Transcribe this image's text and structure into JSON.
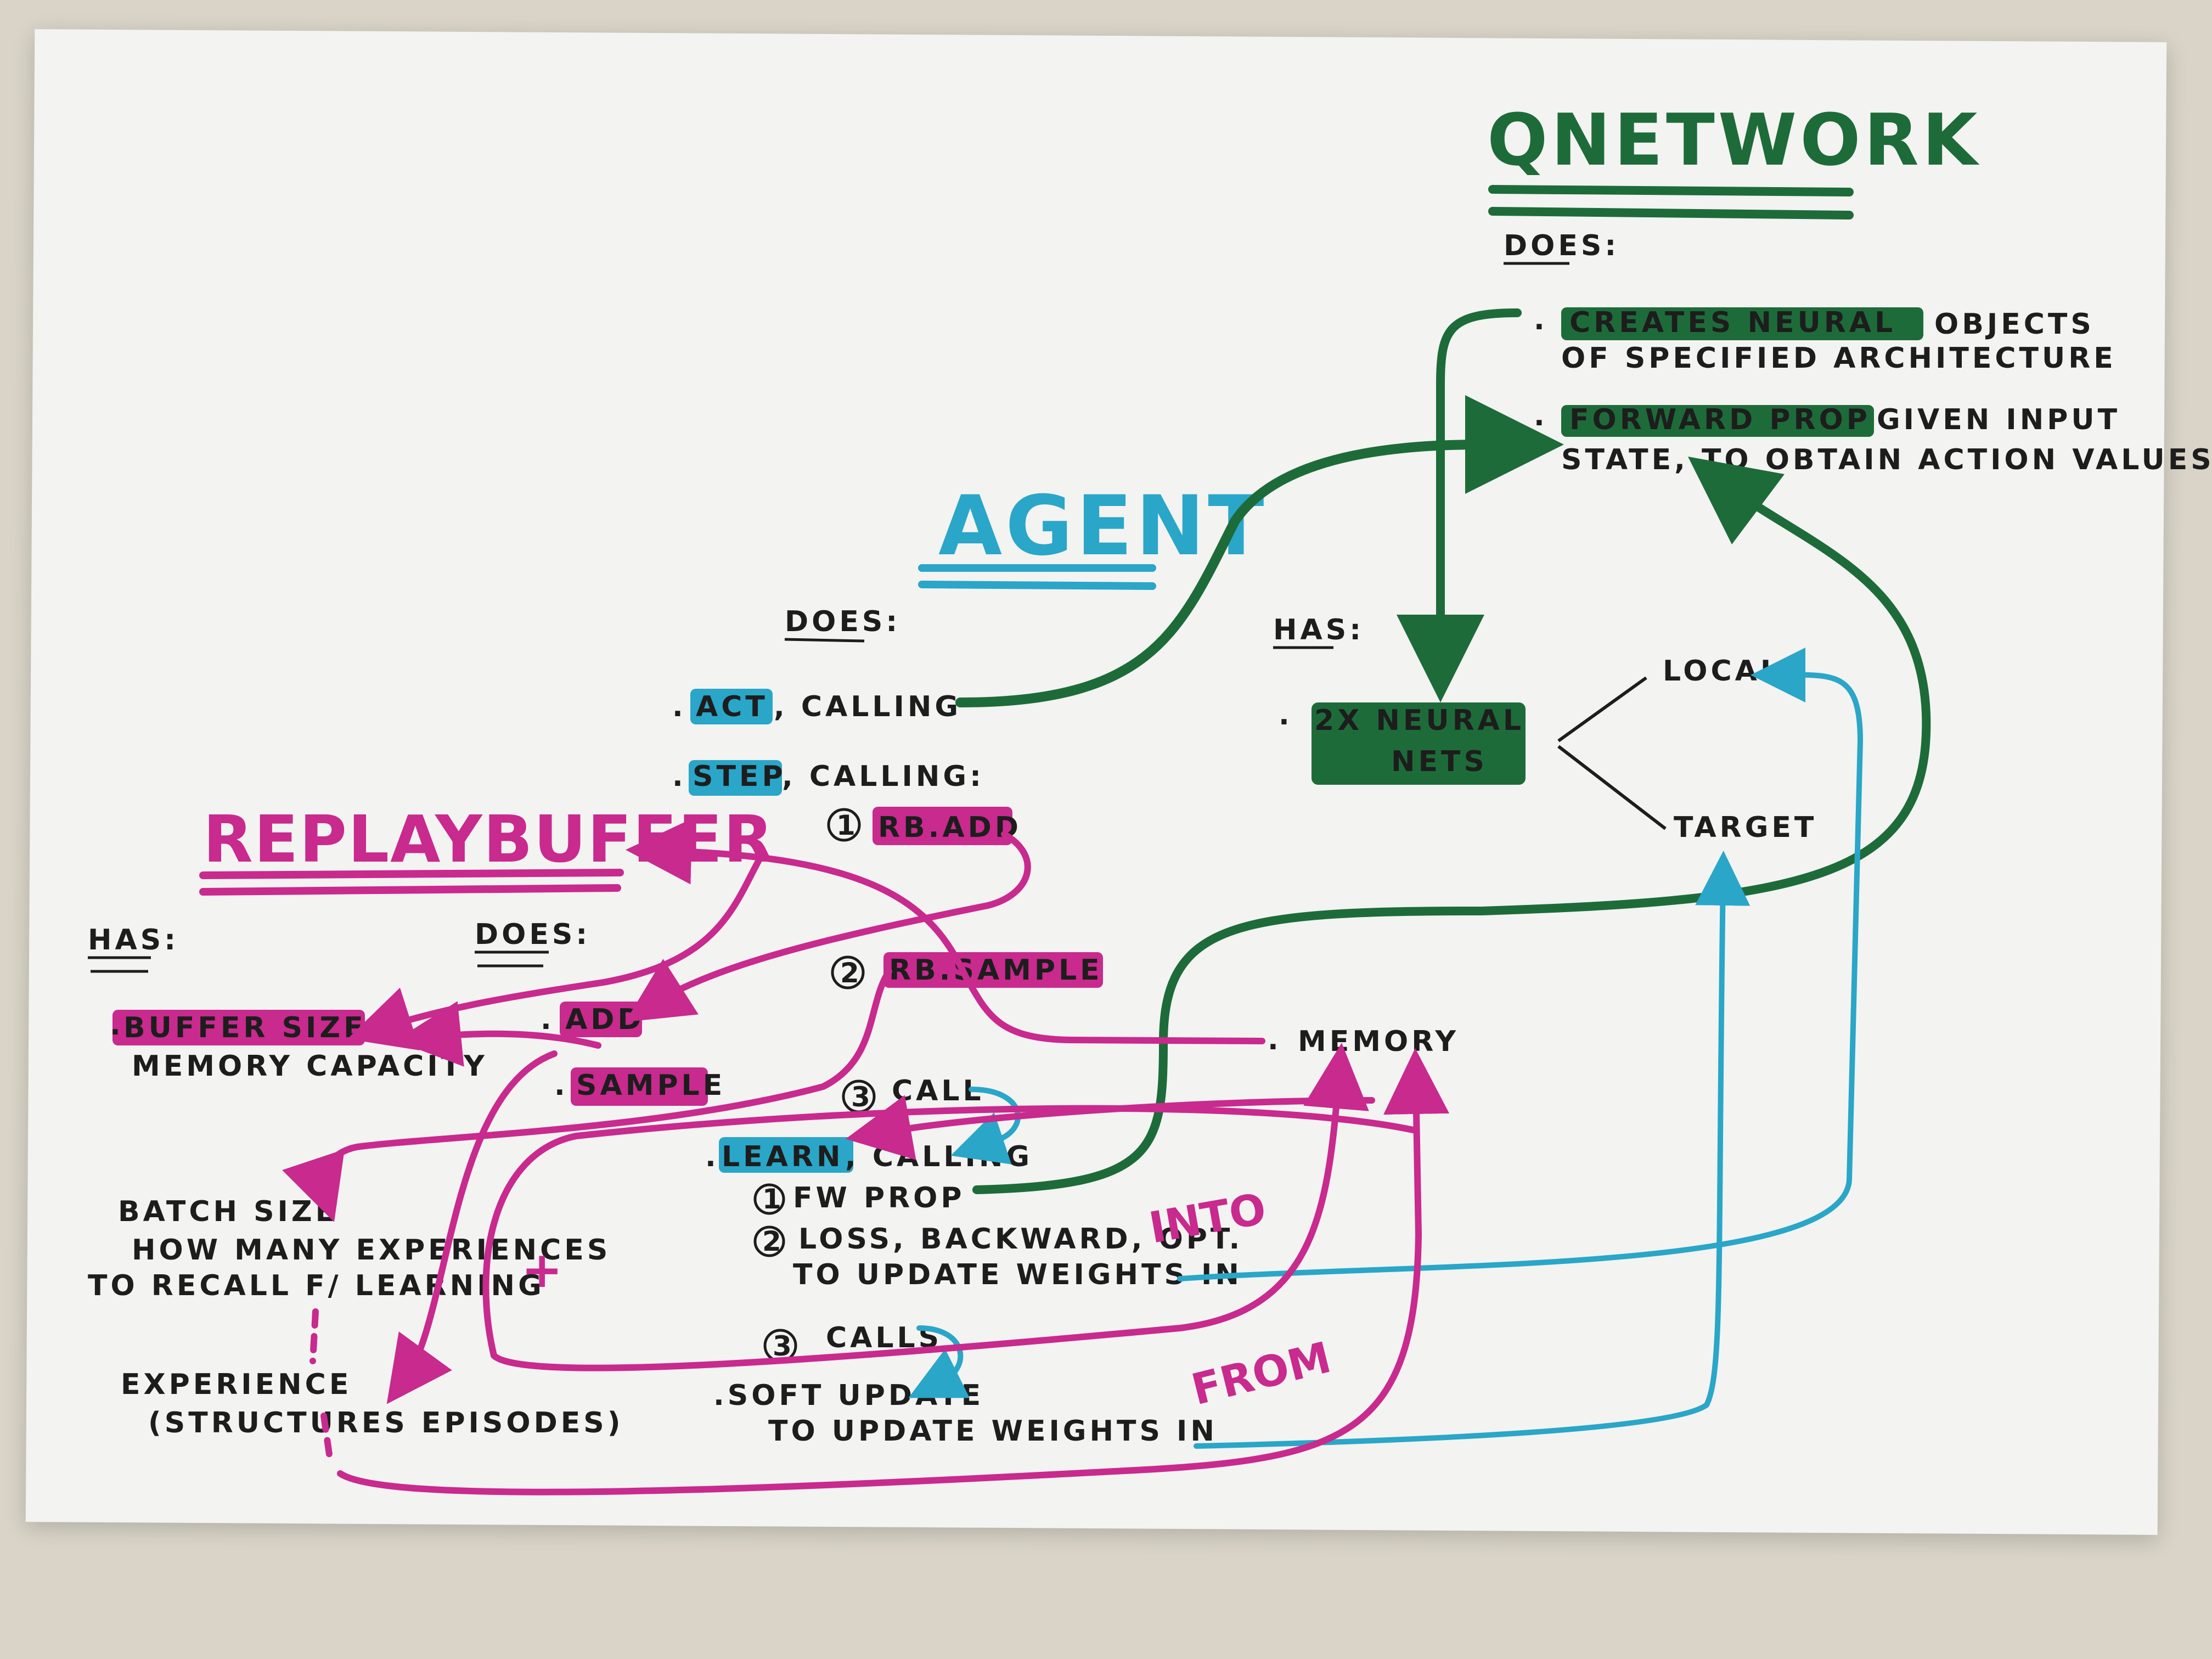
{
  "colors": {
    "agent": "#2aa6c8",
    "qnetwork": "#1e6b3a",
    "replaybuffer": "#c82a8e",
    "ink": "#1d1d1d"
  },
  "qnetwork": {
    "title": "QNETWORK",
    "does_label": "DOES:",
    "does": [
      {
        "highlight": "CREATES NEURAL",
        "line1_rest": "OBJECTS",
        "line2": "OF SPECIFIED ARCHITECTURE"
      },
      {
        "highlight": "FORWARD PROP",
        "line1_rest": "GIVEN INPUT",
        "line2": "STATE, TO OBTAIN ACTION VALUES"
      }
    ]
  },
  "agent": {
    "title": "AGENT",
    "does_label": "DOES:",
    "has_label": "HAS:",
    "act": {
      "highlight": "ACT",
      "rest": ", CALLING"
    },
    "step": {
      "highlight": "STEP",
      "rest": ", CALLING:"
    },
    "step_calls": [
      {
        "num": "1",
        "text": "RB.ADD"
      },
      {
        "num": "2",
        "text": "RB.SAMPLE"
      },
      {
        "num": "3",
        "text": "CALL"
      }
    ],
    "learn": {
      "highlight": "LEARN",
      "rest": ", CALLING"
    },
    "learn_steps": [
      {
        "num": "1",
        "text": "FW PROP"
      },
      {
        "num": "2",
        "line1": "LOSS, BACKWARD, OPT.",
        "line2": "TO UPDATE WEIGHTS IN"
      },
      {
        "num": "3",
        "text": "CALLS"
      }
    ],
    "soft_update": {
      "line1": ".SOFT UPDATE",
      "line2": "TO UPDATE WEIGHTS IN"
    },
    "nets": {
      "line1": "2X NEURAL",
      "line2": "NETS"
    },
    "local": "LOCAL",
    "target": "TARGET",
    "memory": "MEMORY",
    "into": "INTO",
    "from": "FROM"
  },
  "replaybuffer": {
    "title": "REPLAYBUFFER",
    "has_label": "HAS:",
    "does_label": "DOES:",
    "buffer_size": "BUFFER SIZE",
    "memory_capacity": "MEMORY CAPACITY",
    "add": "ADD",
    "sample": "SAMPLE",
    "batch_size": "BATCH SIZE",
    "batch_desc1": "HOW MANY EXPERIENCES",
    "batch_desc2": "TO RECALL F/ LEARNING",
    "experience": "EXPERIENCE",
    "experience_desc": "(STRUCTURES EPISODES)",
    "plus": "+"
  }
}
